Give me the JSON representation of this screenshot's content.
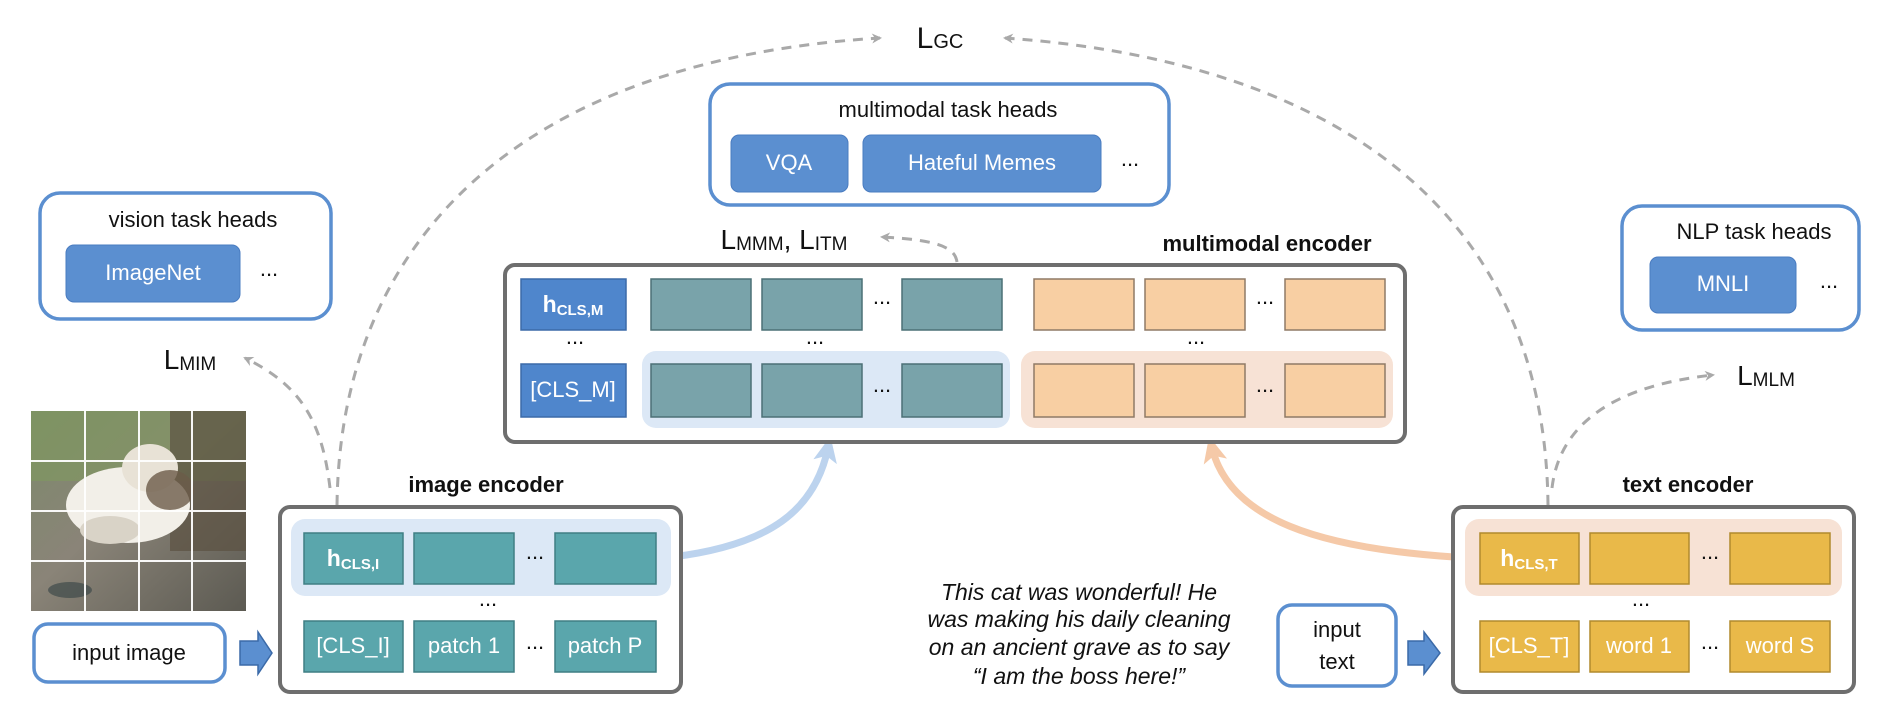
{
  "losses": {
    "gc": {
      "main": "L",
      "sub": "GC"
    },
    "mim": {
      "main": "L",
      "sub": "MIM"
    },
    "mlm": {
      "main": "L",
      "sub": "MLM"
    },
    "mmm_itm": {
      "main1": "L",
      "sub1": "MMM",
      "sep": ", ",
      "main2": "L",
      "sub2": "ITM"
    }
  },
  "multimodal_heads": {
    "title": "multimodal task heads",
    "items": [
      "VQA",
      "Hateful Memes"
    ],
    "more": "..."
  },
  "vision_heads": {
    "title": "vision task heads",
    "items": [
      "ImageNet"
    ],
    "more": "..."
  },
  "nlp_heads": {
    "title": "NLP task heads",
    "items": [
      "MNLI"
    ],
    "more": "..."
  },
  "multimodal_encoder": {
    "title": "multimodal encoder",
    "h_cls": {
      "main": "h",
      "sub": "CLS,M"
    },
    "cls_token": "[CLS_M]",
    "ellipsis": "...",
    "vdots": "..."
  },
  "image_encoder": {
    "title": "image encoder",
    "h_cls": {
      "main": "h",
      "sub": "CLS,I"
    },
    "tokens": [
      "[CLS_I]",
      "patch 1",
      "...",
      "patch P"
    ],
    "ellipsis": "...",
    "vdots": "..."
  },
  "text_encoder": {
    "title": "text encoder",
    "h_cls": {
      "main": "h",
      "sub": "CLS,T"
    },
    "tokens": [
      "[CLS_T]",
      "word 1",
      "...",
      "word S"
    ],
    "ellipsis": "...",
    "vdots": "..."
  },
  "input_image": {
    "label": "input image"
  },
  "input_text": {
    "label_line1": "input",
    "label_line2": "text"
  },
  "caption": {
    "lines": [
      "This cat was wonderful! He",
      "was making his daily cleaning",
      "on an ancient grave as to say",
      "“I am the boss here!”"
    ]
  },
  "colors": {
    "head_blue": "#5b8fd0",
    "cls_blue": "#4f86cc",
    "image_teal": "#5aa6ac",
    "multimodal_teal": "#79a3aa",
    "text_peach": "#f8cfa3",
    "text_yellow": "#e9b949",
    "encoder_border": "#6e6e6e",
    "dashed_arrow": "#a9a9a9"
  }
}
